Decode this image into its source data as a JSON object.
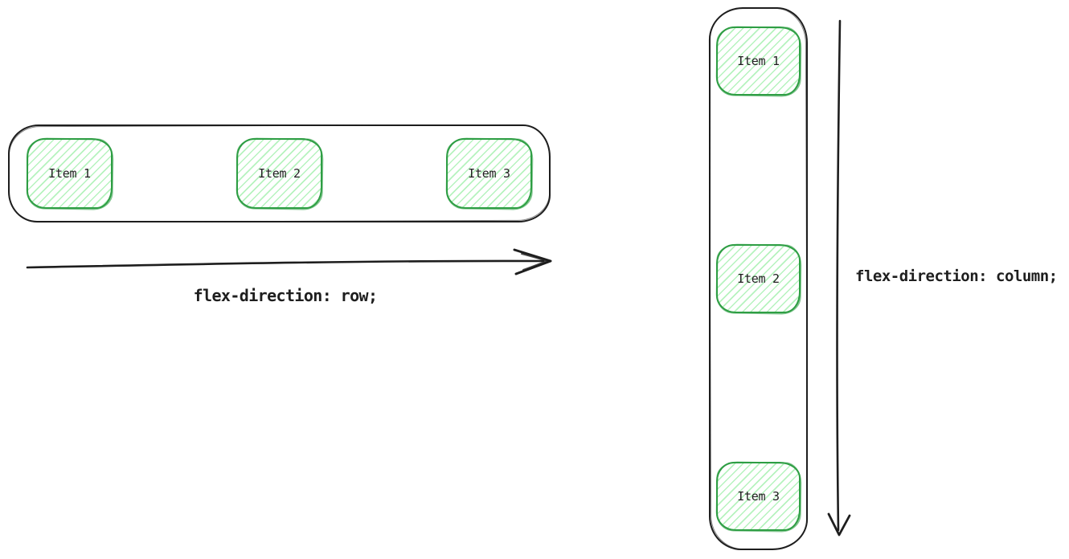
{
  "diagram": {
    "row_demo": {
      "items": [
        {
          "label": "Item 1"
        },
        {
          "label": "Item 2"
        },
        {
          "label": "Item 3"
        }
      ],
      "caption": "flex-direction: row;",
      "arrow_icon": "right-arrow"
    },
    "column_demo": {
      "items": [
        {
          "label": "Item 1"
        },
        {
          "label": "Item 2"
        },
        {
          "label": "Item 3"
        }
      ],
      "caption": "flex-direction: column;",
      "arrow_icon": "down-arrow"
    },
    "colors": {
      "outline": "#1e1e1e",
      "item_border": "#2f9e44",
      "item_hatch": "#b2f2bb",
      "text": "#1e1e1e",
      "background": "#ffffff"
    }
  }
}
